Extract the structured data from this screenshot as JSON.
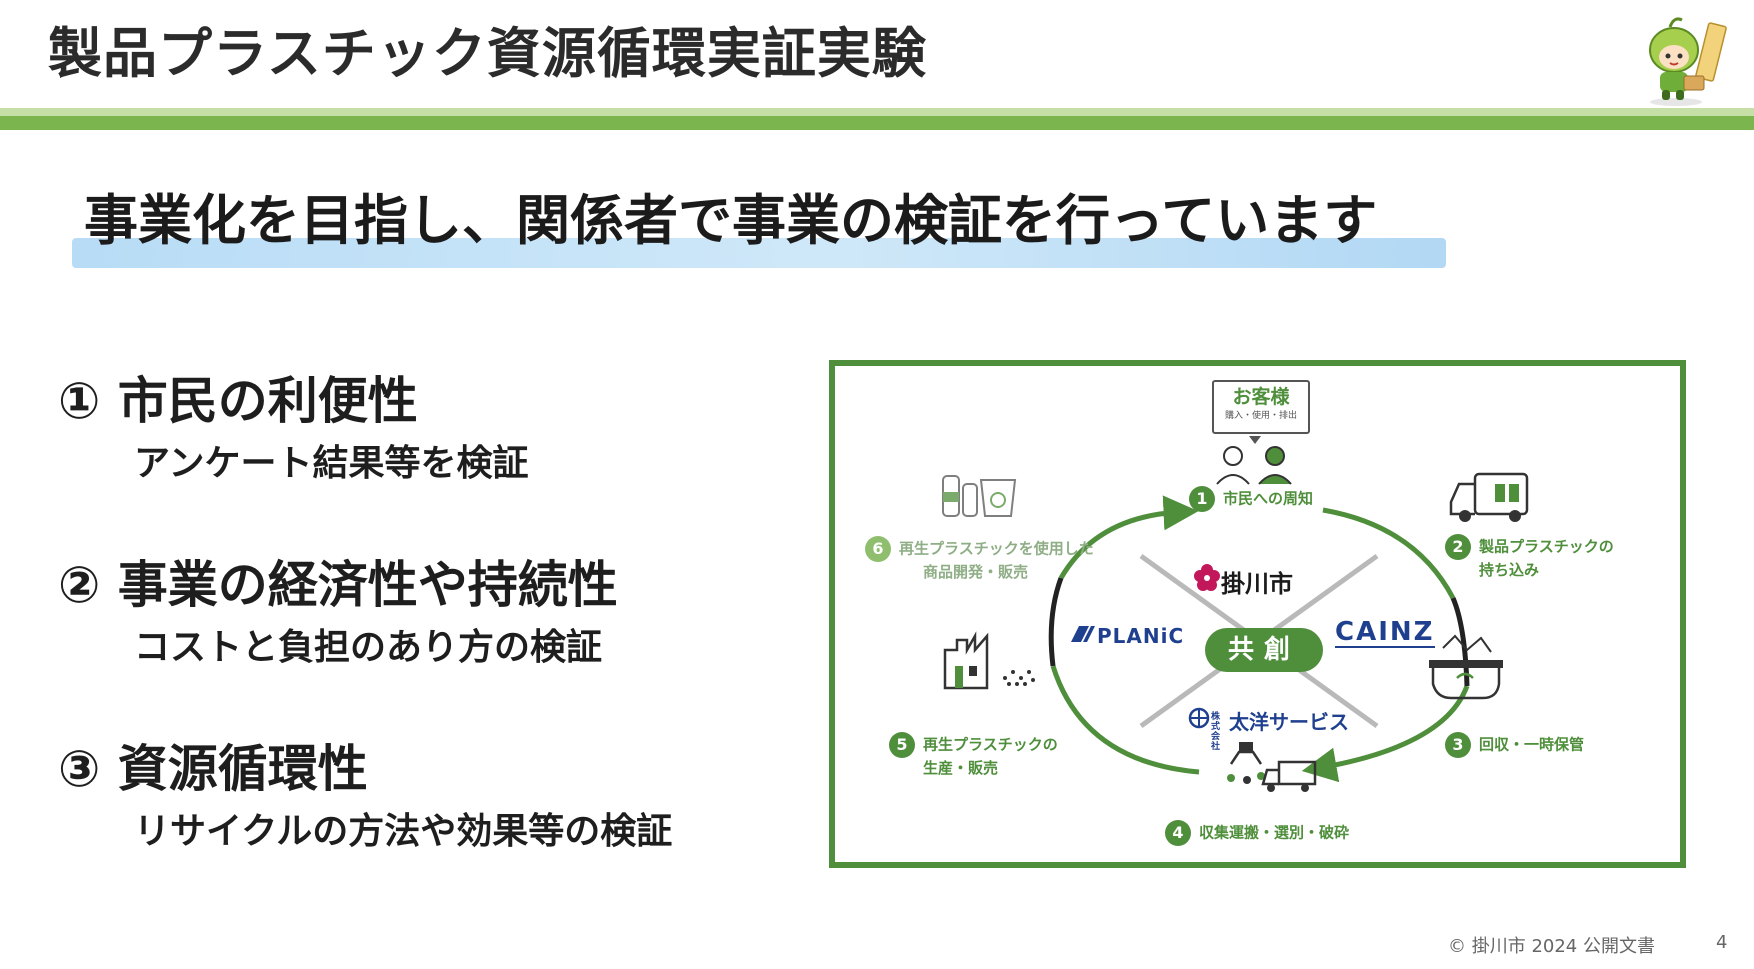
{
  "header": {
    "title": "製品プラスチック資源循環実証実験"
  },
  "subtitle": "事業化を目指し、関係者で事業の検証を行っています",
  "points": [
    {
      "head": "① 市民の利便性",
      "detail": "アンケート結果等を検証"
    },
    {
      "head": "② 事業の経済性や持続性",
      "detail": "コストと負担のあり方の検証"
    },
    {
      "head": "③ 資源循環性",
      "detail": "リサイクルの方法や効果等の検証"
    }
  ],
  "diagram": {
    "customer": {
      "title": "お客様",
      "sub": "購入・使用・排出"
    },
    "center": "共創",
    "partners": {
      "top": "掛川市",
      "left": "PLANiC",
      "right": "CAINZ",
      "bottom_prefix": "株式会社",
      "bottom": "太洋サービス"
    },
    "steps": [
      {
        "num": "1",
        "label": "市民への周知"
      },
      {
        "num": "2",
        "label": "製品プラスチックの",
        "label2": "持ち込み"
      },
      {
        "num": "3",
        "label": "回収・一時保管"
      },
      {
        "num": "4",
        "label": "収集運搬・選別・破砕"
      },
      {
        "num": "5",
        "label": "再生プラスチックの",
        "label2": "生産・販売"
      },
      {
        "num": "6",
        "label": "再生プラスチックを使用した",
        "label2": "商品開発・販売"
      }
    ]
  },
  "footer": {
    "copyright": "© 掛川市 2024 公開文書",
    "page": "4"
  },
  "colors": {
    "green": "#4f8f3c",
    "light_green": "#7ab54e",
    "highlight_blue": "#b8dcf6"
  }
}
